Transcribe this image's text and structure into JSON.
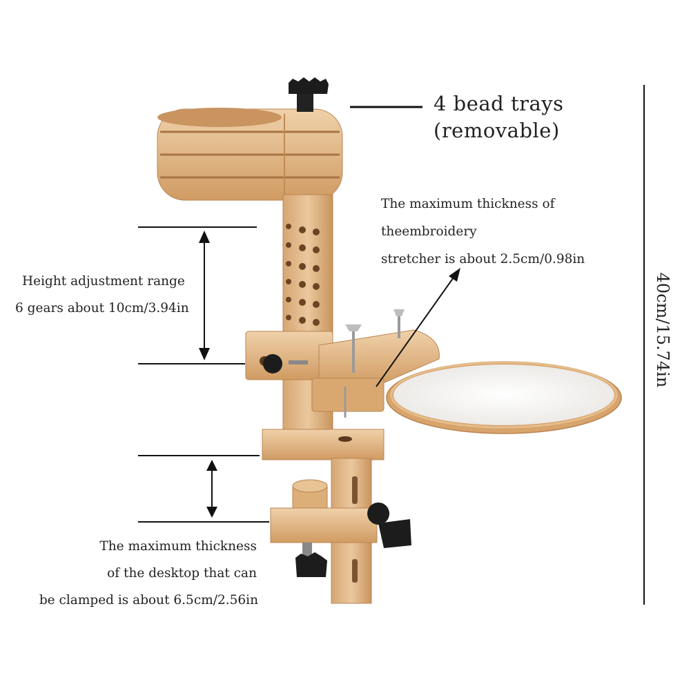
{
  "trays": {
    "line1": "4 bead trays",
    "line2": "(removable)"
  },
  "stretcher": {
    "line1": "The maximum thickness of",
    "line2": "theembroidery",
    "line3": "stretcher is about 2.5cm/0.98in"
  },
  "height_adjust": {
    "line1": "Height adjustment range",
    "line2": "6 gears about 10cm/3.94in"
  },
  "desktop": {
    "line1": "The maximum thickness",
    "line2": "of the desktop that can",
    "line3": "be clamped is about 6.5cm/2.56in"
  },
  "overall_height": "40cm/15.74in",
  "colors": {
    "wood": "#e3b98a",
    "wood_dark": "#c8965f",
    "knob": "#1c1c1c",
    "fabric": "#f3f1ee",
    "text": "#222222"
  }
}
